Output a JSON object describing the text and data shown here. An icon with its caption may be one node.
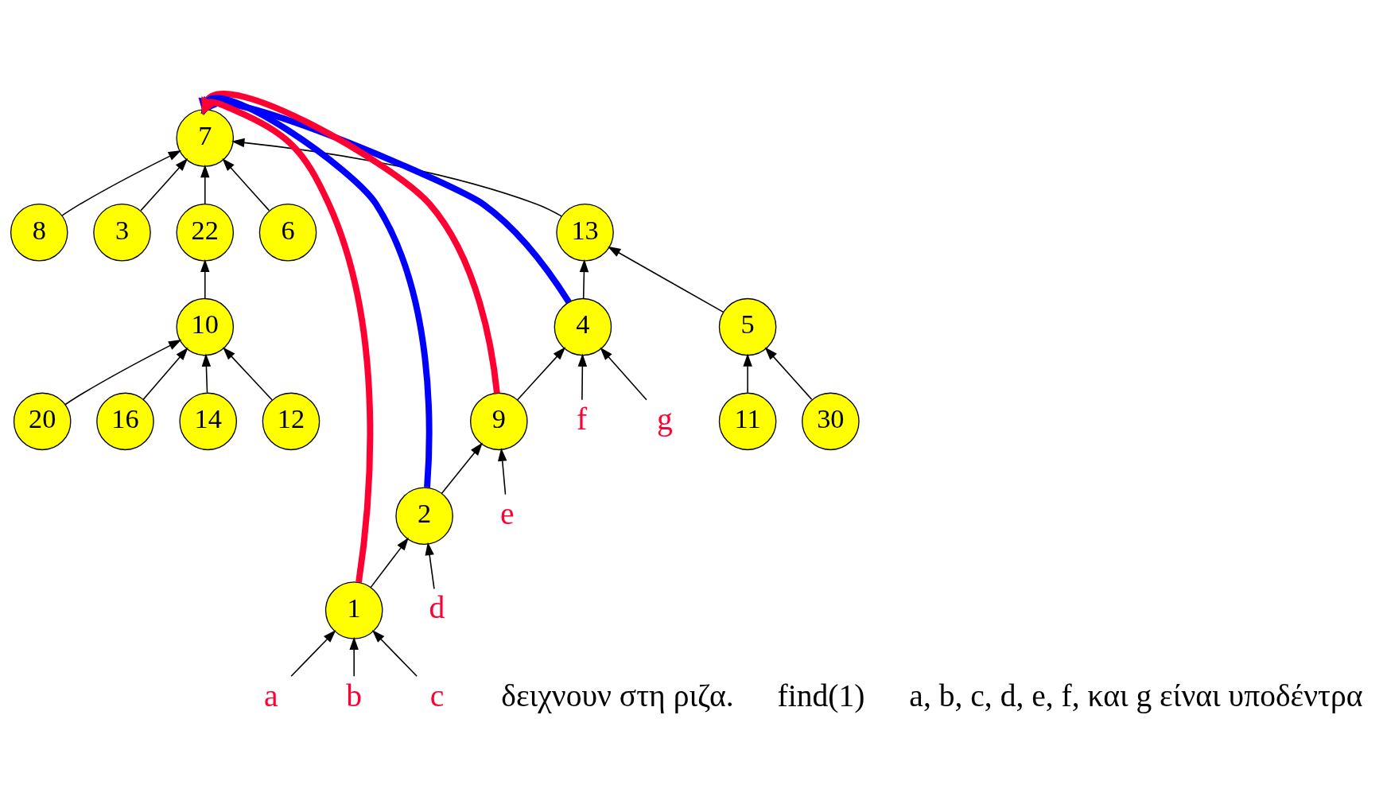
{
  "diagram": {
    "nodes": [
      {
        "text": [
          "7"
        ]
      },
      {
        "text": [
          "8"
        ]
      },
      {
        "text": [
          "3"
        ]
      },
      {
        "text": [
          "22"
        ]
      },
      {
        "text": [
          "6"
        ]
      },
      {
        "text": [
          "13"
        ]
      },
      {
        "text": [
          "4"
        ]
      },
      {
        "text": [
          "5"
        ]
      },
      {
        "text": [
          "9"
        ]
      },
      {
        "text": [
          "11"
        ]
      },
      {
        "text": [
          "30"
        ]
      },
      {
        "text": [
          "10"
        ]
      },
      {
        "text": [
          "2"
        ]
      },
      {
        "text": [
          "20"
        ]
      },
      {
        "text": [
          "16"
        ]
      },
      {
        "text": [
          "14"
        ]
      },
      {
        "text": [
          "12"
        ]
      },
      {
        "text": [
          "1"
        ]
      },
      {
        "text": [
          "a"
        ]
      },
      {
        "text": [
          "b"
        ]
      },
      {
        "text": [
          "c"
        ]
      },
      {
        "text": [
          "d"
        ]
      },
      {
        "text": [
          "e"
        ]
      },
      {
        "text": [
          "f"
        ]
      },
      {
        "text": [
          "g"
        ]
      }
    ],
    "edges": [
      {
        "from": 5,
        "to": 0,
        "arrow": "to"
      },
      {
        "from": 1,
        "to": 0,
        "arrow": "to"
      },
      {
        "from": 2,
        "to": 0,
        "arrow": "to"
      },
      {
        "from": 3,
        "to": 0,
        "arrow": "to"
      },
      {
        "from": 4,
        "to": 0,
        "arrow": "to"
      },
      {
        "from": 6,
        "to": 5,
        "arrow": "to"
      },
      {
        "from": 7,
        "to": 5,
        "arrow": "to"
      },
      {
        "from": 8,
        "to": 6,
        "arrow": "to"
      },
      {
        "from": 9,
        "to": 7,
        "arrow": "to"
      },
      {
        "from": 10,
        "to": 7,
        "arrow": "to"
      },
      {
        "from": 11,
        "to": 3,
        "arrow": "to"
      },
      {
        "from": 12,
        "to": 8,
        "arrow": "to"
      },
      {
        "from": 13,
        "to": 11,
        "arrow": "to"
      },
      {
        "from": 14,
        "to": 11,
        "arrow": "to"
      },
      {
        "from": 15,
        "to": 11,
        "arrow": "to"
      },
      {
        "from": 16,
        "to": 11,
        "arrow": "to"
      },
      {
        "from": 17,
        "to": 12,
        "arrow": "to"
      },
      {
        "from": 18,
        "to": 17,
        "arrow": "to"
      },
      {
        "from": 19,
        "to": 17,
        "arrow": "to"
      },
      {
        "from": 20,
        "to": 17,
        "arrow": "to"
      },
      {
        "from": 21,
        "to": 12,
        "arrow": "to"
      },
      {
        "from": 22,
        "to": 8,
        "arrow": "to"
      },
      {
        "from": 23,
        "to": 6,
        "arrow": "to"
      },
      {
        "from": 24,
        "to": 6,
        "arrow": "to"
      },
      {
        "from": 12,
        "to": 0,
        "arrow": "to",
        "style": "thick",
        "color": "#0000ff"
      },
      {
        "from": 8,
        "to": 0,
        "arrow": "to",
        "style": "thick",
        "color": "#ff0033"
      },
      {
        "from": 6,
        "to": 0,
        "arrow": "to",
        "style": "thick",
        "color": "#0000ff"
      },
      {
        "from": 17,
        "to": 0,
        "arrow": "to",
        "style": "thick",
        "color": "#ff0033"
      }
    ],
    "labels": [
      "δειχνουν στη ριζα.",
      "find(1)",
      "a, b, c, d, e, f, και g είναι υποδέντρα"
    ]
  }
}
